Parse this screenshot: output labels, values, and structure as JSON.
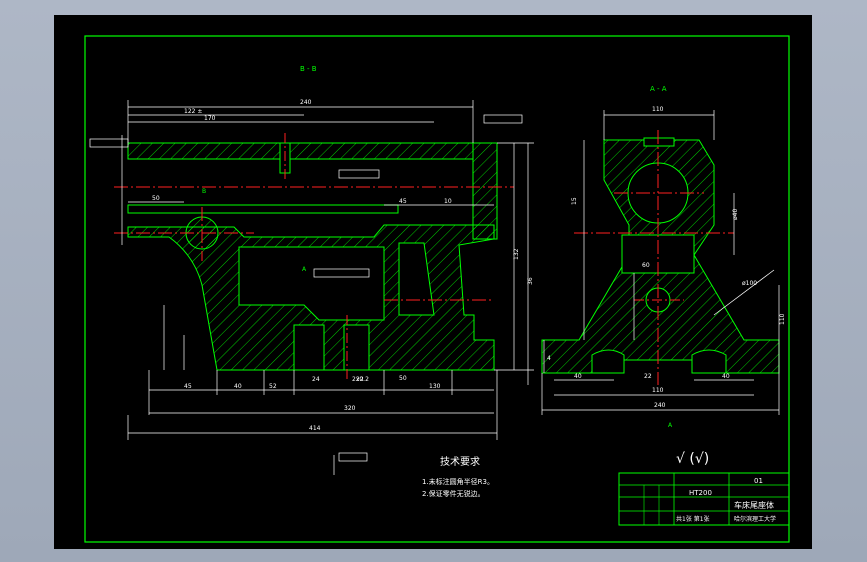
{
  "views": {
    "section_bb": "B - B",
    "section_aa": "A - A",
    "marker_a": "A",
    "marker_b": "B"
  },
  "dimensions": {
    "left_view": {
      "top_overall": "240",
      "top_sub1": "122 ±",
      "top_sub2": "170",
      "left_50": "50",
      "bottom_overall": "414",
      "bottom_320": "320",
      "bottom_130": "130",
      "bottom_50": "50",
      "bottom_40": "40",
      "bottom_45": "45",
      "bottom_52": "52",
      "bottom_24": "24",
      "bottom_22": "22",
      "middle_45": "45",
      "middle_10": "10",
      "fillet": "2x0.2",
      "height_132": "132",
      "height_36": "36"
    },
    "right_view": {
      "top_110": "110",
      "left_15": "15",
      "left_4": "4",
      "bottom_110": "110",
      "bottom_40a": "40",
      "bottom_40b": "40",
      "bottom_240": "240",
      "bottom_22": "22",
      "right_110": "110",
      "mid_60": "60",
      "right_r100": "ø100",
      "hole_40": "ø40"
    }
  },
  "notes": {
    "heading": "技术要求",
    "line1": "1.未标注圆角半径R3。",
    "line2": "2.保证零件无锐边。"
  },
  "surface_finish": "√ (√)",
  "title_block": {
    "drawing_no": "01",
    "material": "HT200",
    "part_name": "车床尾座体",
    "school": "哈尔滨理工大学",
    "scale_text": "共1张 第1张"
  },
  "colors": {
    "outline": "#00ff00",
    "centerline": "#ff2020",
    "dimension": "#ffffff",
    "background": "#000000"
  }
}
